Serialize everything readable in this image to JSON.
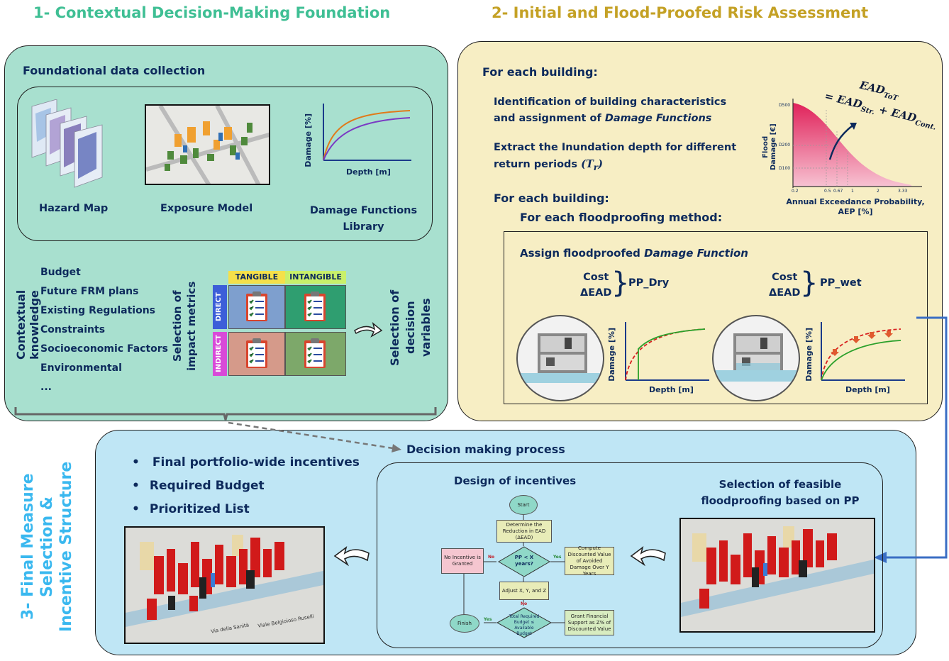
{
  "titles": {
    "section1": "1- Contextual Decision-Making Foundation",
    "section2": "2- Initial and Flood-Proofed Risk Assessment",
    "section3": "3- Final Measure Selection & Incentive Structure"
  },
  "section1": {
    "foundational_heading": "Foundational data collection",
    "hazard_map_label": "Hazard Map",
    "exposure_model_label": "Exposure Model",
    "damage_functions_label": "Damage Functions Library",
    "damage_axis": "Damage [%]",
    "depth_axis": "Depth [m]",
    "contextual_knowledge_label": "Contextual knowledge",
    "context_items": [
      "Budget",
      "Future FRM plans",
      "Existing Regulations",
      "Constraints",
      "Socioeconomic Factors",
      "Environmental",
      "..."
    ],
    "impact_metrics_label": "Selection of impact metrics",
    "tangible": "TANGIBLE",
    "intangible": "INTANGIBLE",
    "direct": "DIRECT",
    "indirect": "INDIRECT",
    "decision_variables_label": "Selection of decision variables"
  },
  "section2": {
    "for_each_building_1": "For each building:",
    "identification_text": "Identification of building characteristics and assignment of",
    "identification_italic": "Damage Functions",
    "extract_text": "Extract the Inundation depth for different return periods",
    "tr_symbol": "(T",
    "tr_sub": "r",
    "tr_close": ")",
    "for_each_building_2": "For each building:",
    "for_each_method": "For each floodproofing method:",
    "assign_text": "Assign floodproofed",
    "assign_italic": "Damage Function",
    "cost": "Cost",
    "delta_ead": "ΔEAD",
    "pp_dry": "PP_Dry",
    "pp_wet": "PP_wet",
    "damage_axis": "Damage [%]",
    "depth_axis": "Depth [m]",
    "ead_chart": {
      "ylabel": "Flood Damage [€]",
      "xlabel": "Annual Exceedance Probability, AEP [%]",
      "yticks": [
        "D500",
        "D200",
        "D100"
      ],
      "xticks": [
        "0.2",
        "0.5",
        "0.67",
        "1",
        "2",
        "3.33"
      ],
      "formula_lhs": "EAD",
      "formula_lhs_sub": "ToT",
      "formula_rhs1": "= EAD",
      "formula_rhs1_sub": "Str.",
      "formula_plus": "+ EAD",
      "formula_rhs2_sub": "Cont."
    }
  },
  "section3": {
    "bullets": [
      "Final portfolio-wide incentives",
      "Required Budget",
      "Prioritized List"
    ],
    "decision_process": "Decision making process",
    "design_incentives": "Design of incentives",
    "selection_feasible": "Selection of feasible floodproofing based on PP",
    "flowchart": {
      "start": "Start",
      "determine": "Determine the Reduction in EAD (ΔEAD)",
      "pp_question": "PP < X years?",
      "no_incentive": "No Incentive is Granted",
      "compute": "Compute Discounted Value of Avoided Damage Over Y Years",
      "adjust": "Adjust X, Y, and Z",
      "total_budget": "Total Required Budget ≤ Available Budget",
      "grant": "Grant Financial Support as Z% of Discounted Value",
      "finish": "Finish",
      "no": "No",
      "yes": "Yes"
    },
    "map_street_labels": [
      "Via della Sanità",
      "Viale Belgioioso Ruselli"
    ]
  },
  "colors": {
    "section1_bg": "#a8e0cf",
    "section2_bg": "#f7eec4",
    "section3_bg": "#bfe6f5",
    "teal_title": "#3fbf94",
    "gold_title": "#c4a125",
    "blue_title": "#3ab8ef",
    "navy_text": "#0d2a5c",
    "arrow_blue": "#3a6ec4"
  }
}
